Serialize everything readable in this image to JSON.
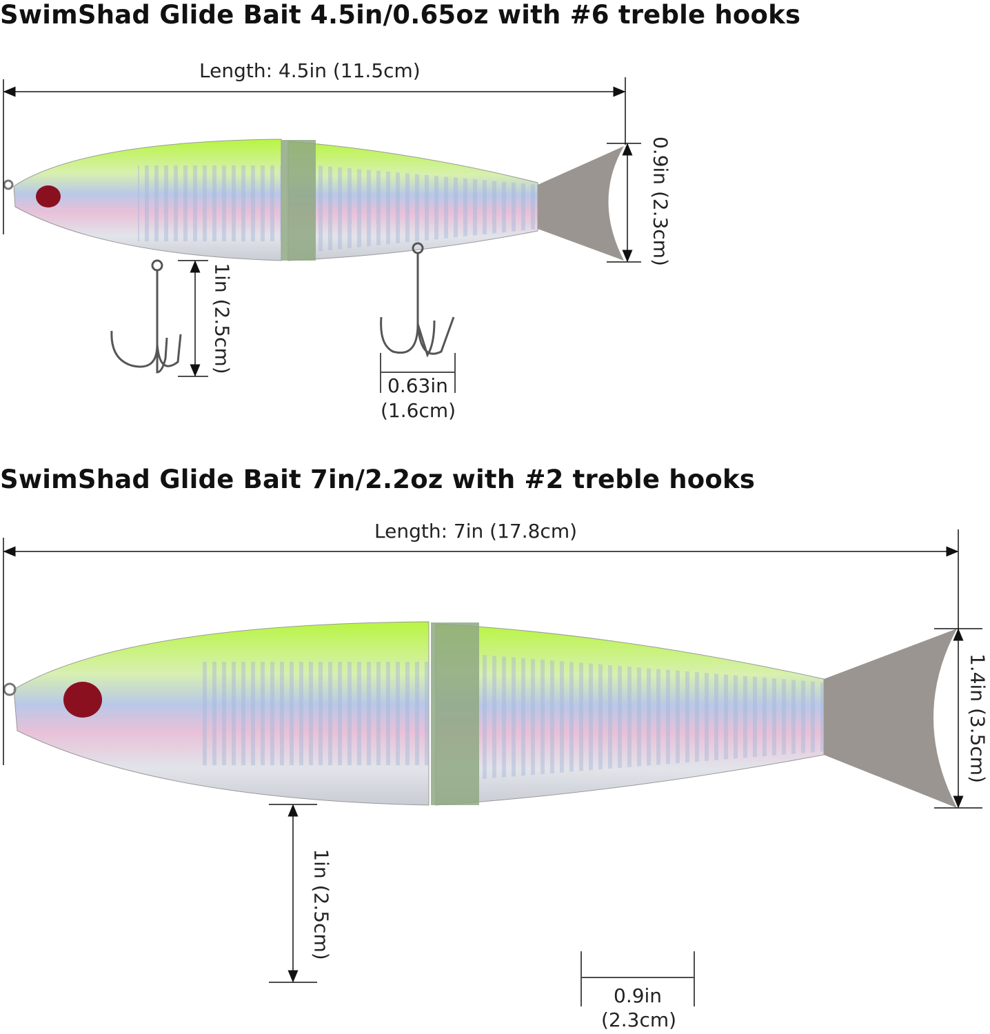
{
  "products": [
    {
      "title": "SwimShad Glide Bait 4.5in/0.65oz with #6 treble hooks",
      "length": "Length: 4.5in (11.5cm)",
      "tail_height": "0.9in (2.3cm)",
      "hook_length": "1in (2.5cm)",
      "hook_width_in": "0.63in",
      "hook_width_cm": "(1.6cm)"
    },
    {
      "title": "SwimShad Glide Bait 7in/2.2oz with #2 treble hooks",
      "length": "Length: 7in (17.8cm)",
      "tail_height": "1.4in (3.5cm)",
      "hook_length": "1in (2.5cm)",
      "hook_width_in": "0.9in",
      "hook_width_cm": "(2.3cm)"
    }
  ],
  "colors": {
    "back": "#b8f542",
    "body": "#d9dde6",
    "tail": "#9a9590",
    "eye": "#8a1020"
  }
}
